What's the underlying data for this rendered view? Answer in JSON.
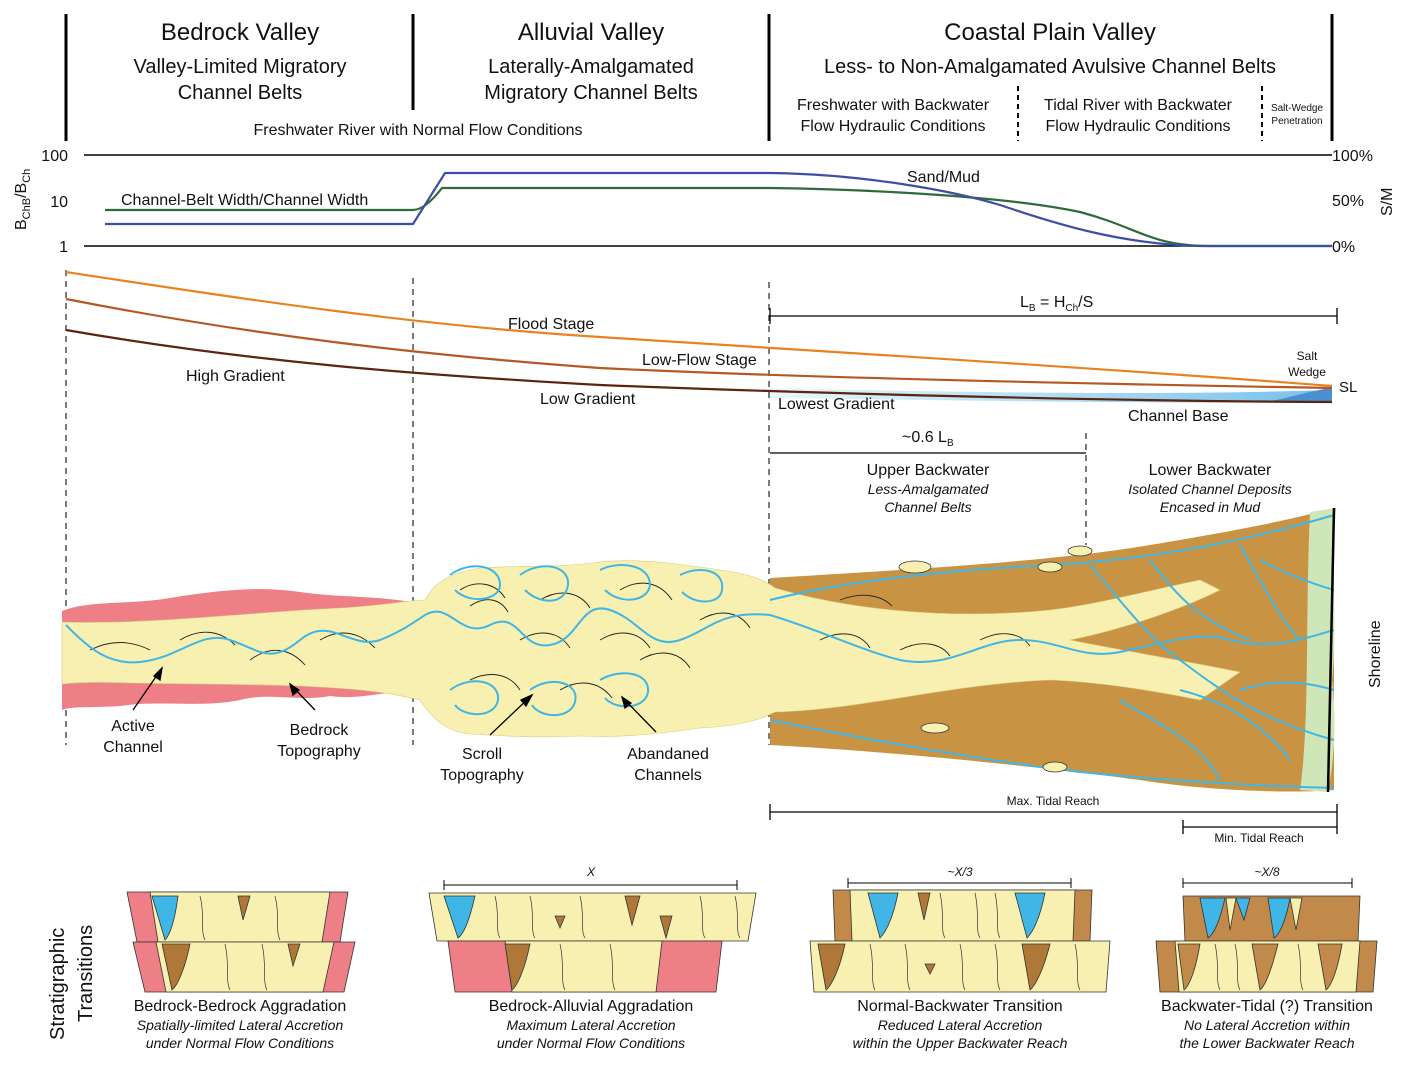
{
  "zones": {
    "bedrock": {
      "title": "Bedrock Valley",
      "subtitle1": "Valley-Limited Migratory",
      "subtitle2": "Channel Belts"
    },
    "alluvial": {
      "title": "Alluvial Valley",
      "subtitle1": "Laterally-Amalgamated",
      "subtitle2": "Migratory Channel Belts"
    },
    "coastal": {
      "title": "Coastal Plain Valley",
      "subtitle1": "Less- to Non-Amalgamated Avulsive Channel Belts"
    },
    "freshwater_normal": "Freshwater River with Normal Flow Conditions",
    "freshwater_backwater1": "Freshwater with Backwater",
    "freshwater_backwater2": "Flow Hydraulic Conditions",
    "tidal_backwater1": "Tidal River with Backwater",
    "tidal_backwater2": "Flow Hydraulic Conditions",
    "salt_wedge1": "Salt-Wedge",
    "salt_wedge2": "Penetration"
  },
  "ratio_panel": {
    "y_ticks": [
      "100",
      "10",
      "1"
    ],
    "y_label_main": "B",
    "y_label_sub1": "ChB",
    "y_label_mid": "/B",
    "y_label_sub2": "Ch",
    "right_ticks": [
      "100%",
      "50%",
      "0%"
    ],
    "right_label": "S/M",
    "channel_belt_label": "Channel-Belt Width/Channel Width",
    "sand_mud_label": "Sand/Mud",
    "series_colors": {
      "channel_belt": "#2e6b3a",
      "sand_mud": "#3d4fa3"
    }
  },
  "gradient_panel": {
    "lb_eq_l": "L",
    "lb_eq_sub1": "B",
    "lb_eq_mid": " = H",
    "lb_eq_sub2": "Ch",
    "lb_eq_end": "/S",
    "flood_stage": "Flood Stage",
    "low_flow_stage": "Low-Flow Stage",
    "high_gradient": "High Gradient",
    "low_gradient": "Low Gradient",
    "lowest_gradient": "Lowest Gradient",
    "channel_base": "Channel Base",
    "salt_wedge1": "Salt",
    "salt_wedge2": "Wedge",
    "sl": "SL",
    "colors": {
      "flood": "#e8821e",
      "low_flow": "#b35a24",
      "base": "#5a2410"
    }
  },
  "map_panel": {
    "backwater_dist": "~0.6 L",
    "backwater_sub": "B",
    "upper_backwater": "Upper Backwater",
    "upper_desc1": "Less-Amalgamated",
    "upper_desc2": "Channel Belts",
    "lower_backwater": "Lower Backwater",
    "lower_desc1": "Isolated Channel Deposits",
    "lower_desc2": "Encased in Mud",
    "shoreline": "Shoreline",
    "active_channel1": "Active",
    "active_channel2": "Channel",
    "bedrock_topo1": "Bedrock",
    "bedrock_topo2": "Topography",
    "scroll_topo1": "Scroll",
    "scroll_topo2": "Topography",
    "abandoned1": "Abandaned",
    "abandoned2": "Channels",
    "max_tidal": "Max. Tidal Reach",
    "min_tidal": "Min. Tidal Reach",
    "colors": {
      "sand": "#f8f0b0",
      "bedrock": "#ee7f87",
      "mud": "#c99344",
      "channel": "#3fb6e6",
      "marine": "#cfe6b8"
    }
  },
  "transitions": {
    "side_label1": "Stratigraphic",
    "side_label2": "Transitions",
    "items": [
      {
        "title": "Bedrock-Bedrock Aggradation",
        "desc1": "Spatially-limited Lateral Accretion",
        "desc2": "under Normal Flow Conditions",
        "width_label": ""
      },
      {
        "title": "Bedrock-Alluvial Aggradation",
        "desc1": "Maximum Lateral Accretion",
        "desc2": "under Normal Flow Conditions",
        "width_label": "X"
      },
      {
        "title": "Normal-Backwater Transition",
        "desc1": "Reduced Lateral Accretion",
        "desc2": "within the Upper Backwater Reach",
        "width_label": "~X/3"
      },
      {
        "title": "Backwater-Tidal (?) Transition",
        "desc1": "No Lateral Accretion within",
        "desc2": "the Lower Backwater Reach",
        "width_label": "~X/8"
      }
    ]
  }
}
